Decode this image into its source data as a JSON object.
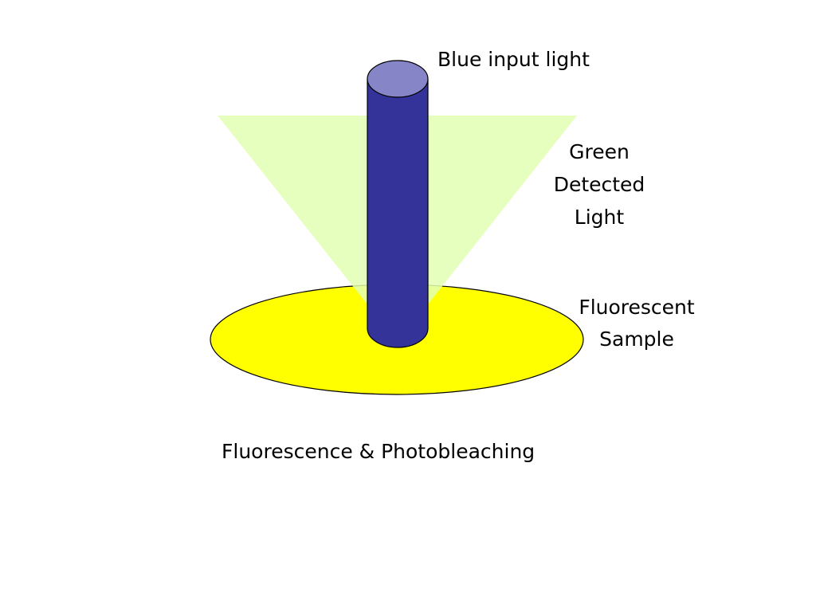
{
  "labels": {
    "input_light": "Blue input light",
    "detected_light": [
      "Green",
      "Detected",
      "Light"
    ],
    "sample": [
      "Fluorescent",
      "Sample"
    ]
  },
  "caption": "Fluorescence & Photobleaching",
  "colors": {
    "background": "#ffffff",
    "input_light": "#333399",
    "input_light_top": "#8585c8",
    "detected_light": "#e3ffb3",
    "sample": "#ffff00",
    "outline": "#000000"
  }
}
